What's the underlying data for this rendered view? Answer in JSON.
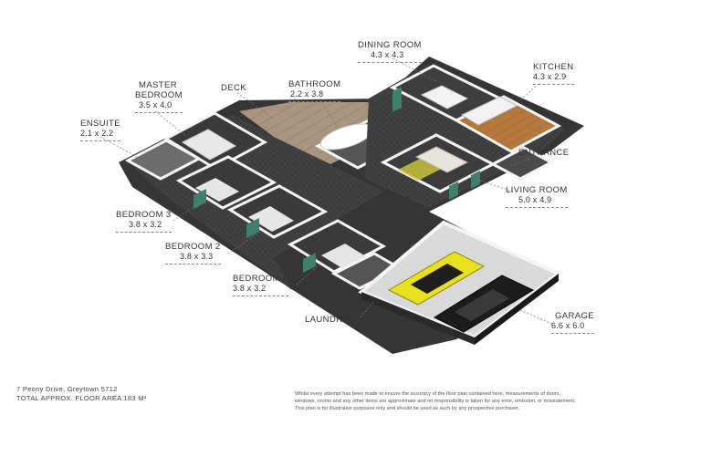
{
  "rooms": {
    "dining": {
      "name": "DINING ROOM",
      "dims": "4.3 x 4.3"
    },
    "kitchen": {
      "name": "KITCHEN",
      "dims": "4.3 x 2.9"
    },
    "bathroom": {
      "name": "BATHROOM",
      "dims": "2.2 x 3.8"
    },
    "deck": {
      "name": "DECK"
    },
    "master": {
      "name1": "MASTER",
      "name2": "BEDROOM",
      "dims": "3.5 x 4.0"
    },
    "ensuite": {
      "name": "ENSUITE",
      "dims": "2.1 x 2.2"
    },
    "entrance": {
      "name": "ENTRANCE"
    },
    "living": {
      "name": "LIVING ROOM",
      "dims": "5.0 x 4.9"
    },
    "bedroom3": {
      "name": "BEDROOM 3",
      "dims": "3.8 x 3.2"
    },
    "bedroom2": {
      "name": "BEDROOM 2",
      "dims": "3.8 x 3.3"
    },
    "bedroom4": {
      "name": "BEDROOM 4",
      "dims": "3.8 x 3.2"
    },
    "laundry": {
      "name": "LAUNDRY"
    },
    "garage": {
      "name": "GARAGE",
      "dims": "6.6 x 6.0"
    }
  },
  "footer": {
    "address": "7 Peony Drive, Greytown 5712",
    "area": "TOTAL APPROX. FLOOR AREA 183 m²",
    "disclaimer_1": "Whilst every attempt has been made to ensure the accuracy of the floor plan contained here, measurements of doors,",
    "disclaimer_2": "windows, rooms and any other items are approximate and no responsibility is taken for any error, omission, or misstatement.",
    "disclaimer_3": "This plan is for illustrative purposes only and should be used as such by any prospective purchaser."
  },
  "colors": {
    "wall": "#f2f2f2",
    "wall_dark": "#2b2b2b",
    "floor_dark": "#3a3a3a",
    "floor_tile": "#4a4a4a",
    "deck_wood": "#a8937e",
    "kitchen_wood": "#b5783c",
    "glass": "#3f7f6f",
    "garage_floor": "#dcdcdc",
    "car_yellow": "#e8e020",
    "car_black": "#1c1c1c"
  }
}
